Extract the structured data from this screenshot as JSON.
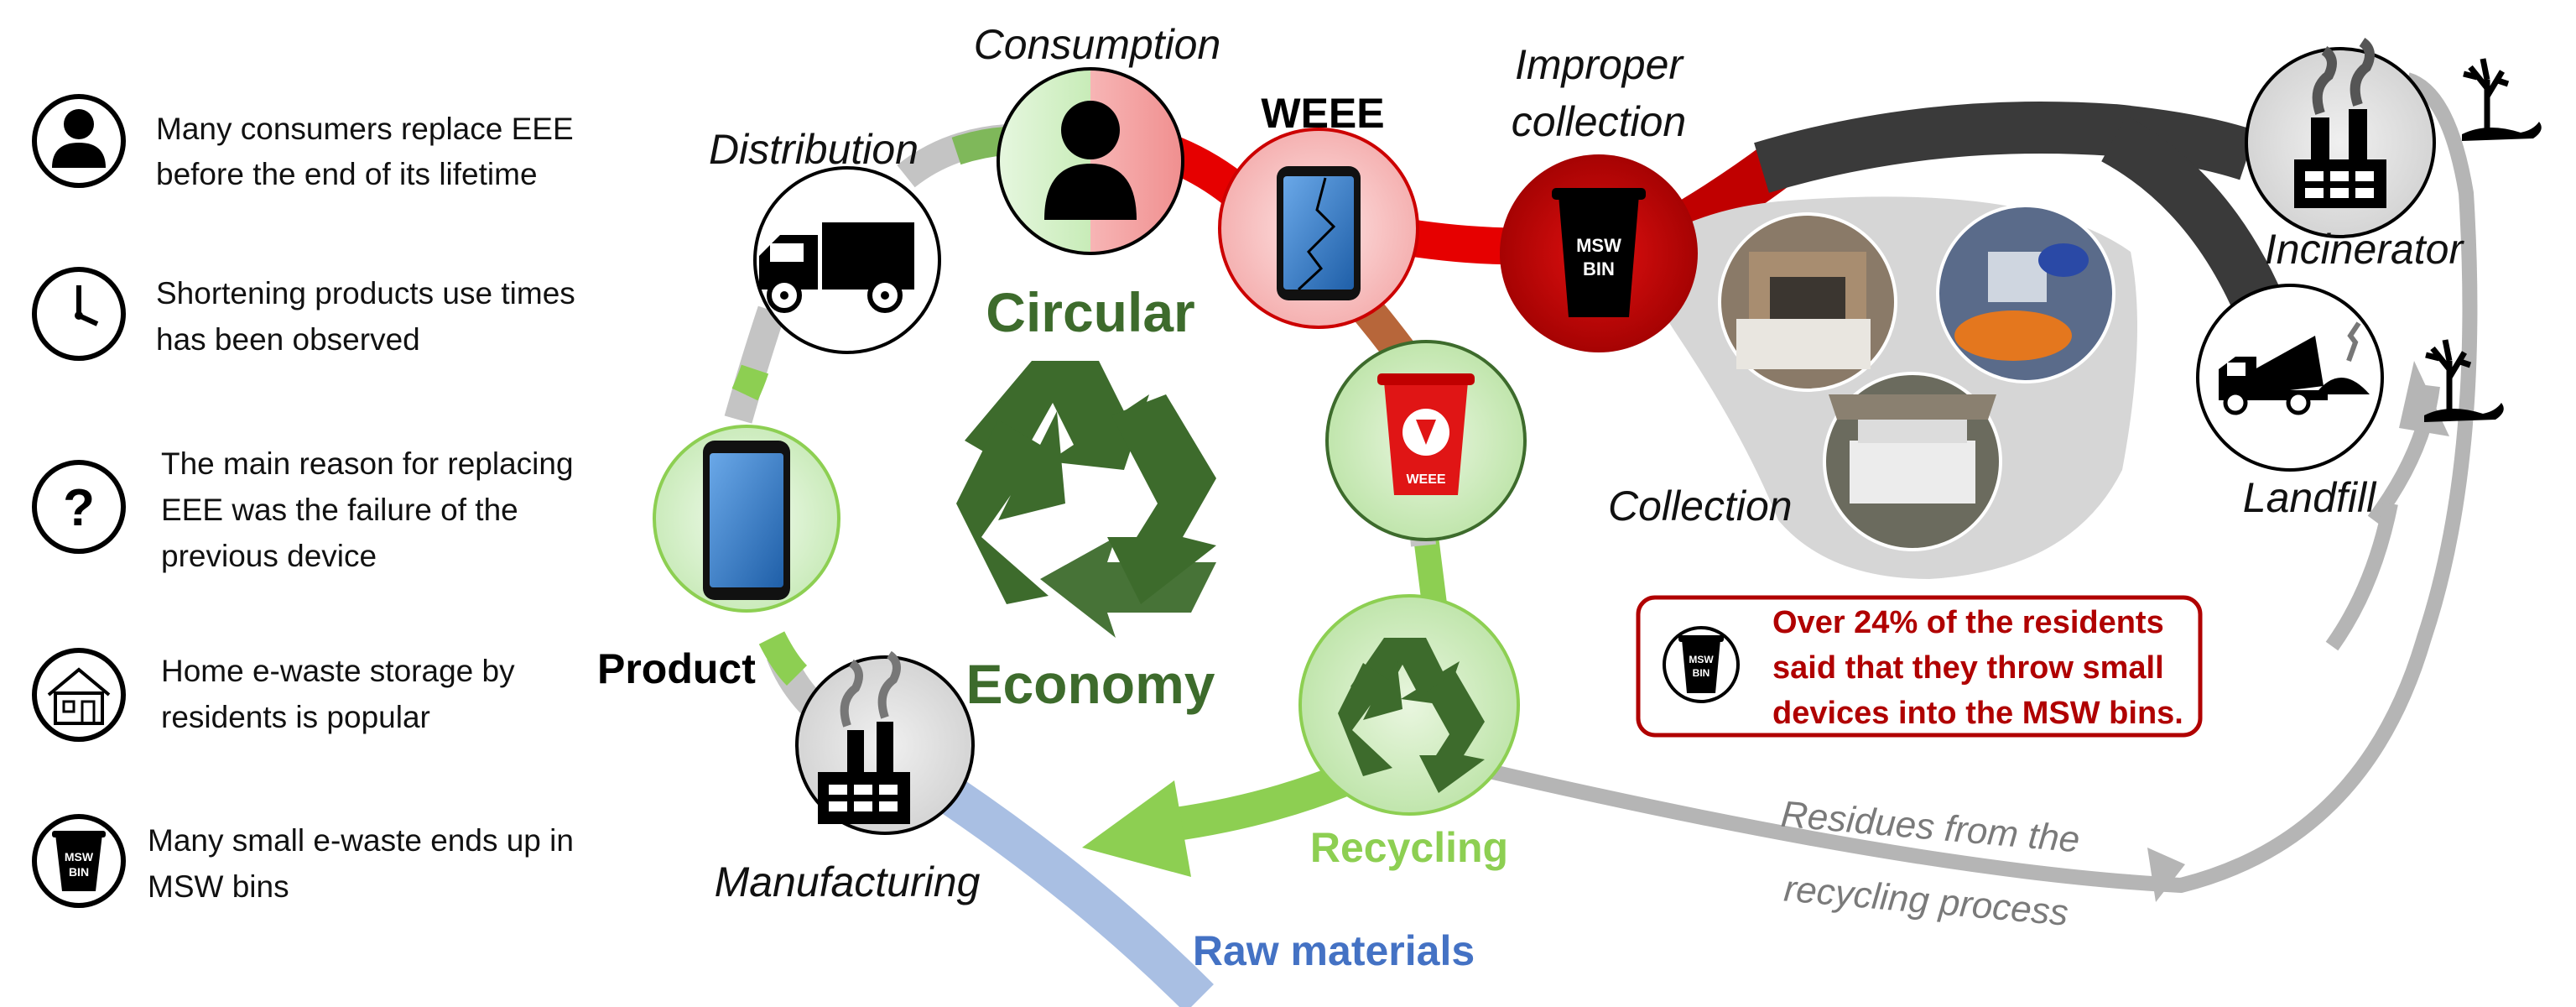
{
  "left_panel": {
    "items": [
      {
        "icon": "person-icon",
        "lines": [
          "Many consumers replace EEE",
          "before the end of its lifetime"
        ]
      },
      {
        "icon": "clock-icon",
        "lines": [
          "Shortening products use times",
          "has been observed"
        ]
      },
      {
        "icon": "question-icon",
        "lines": [
          "The main reason for replacing",
          "EEE was the failure of the",
          "previous device"
        ]
      },
      {
        "icon": "house-icon",
        "lines": [
          "Home e-waste storage by",
          "residents is popular"
        ]
      },
      {
        "icon": "msw-bin-icon",
        "lines": [
          "Many small e-waste ends up in",
          "MSW bins"
        ]
      }
    ]
  },
  "diagram": {
    "center_title_1": "Circular",
    "center_title_2": "Economy",
    "stages": {
      "consumption": "Consumption",
      "distribution": "Distribution",
      "product": "Product",
      "manufacturing": "Manufacturing",
      "weee": "WEEE",
      "improper_collection_1": "Improper",
      "improper_collection_2": "collection",
      "collection": "Collection",
      "recycling": "Recycling",
      "raw_materials": "Raw materials",
      "incinerator": "Incinerator",
      "landfill": "Landfill",
      "residues_1": "Residues from the",
      "residues_2": "recycling process"
    },
    "bin_labels": {
      "msw_1": "MSW",
      "msw_2": "BIN",
      "weee": "WEEE"
    },
    "callout": {
      "lines": [
        "Over 24% of the residents",
        "said that they throw small",
        "devices into the MSW bins."
      ]
    }
  },
  "colors": {
    "dark_green": "#3d6b2c",
    "light_green": "#8dcf52",
    "red": "#e60000",
    "dark_red": "#b00000",
    "gray_ring": "#c0c0c0",
    "dark_gray": "#3a3a3a",
    "blue": "#4472c4",
    "raw_blue": "#a9bfe3",
    "callout_red": "#b00000"
  }
}
